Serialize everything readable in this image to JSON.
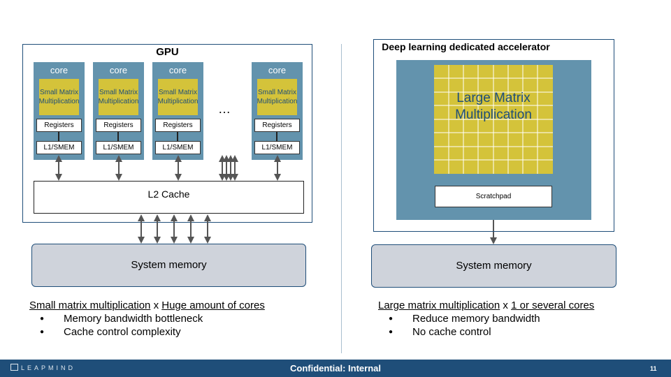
{
  "gpu": {
    "title": "GPU",
    "cores": [
      {
        "label": "core",
        "unit": "Small Matrix Multiplication",
        "registers": "Registers",
        "l1": "L1/SMEM"
      },
      {
        "label": "core",
        "unit": "Small Matrix Multiplication",
        "registers": "Registers",
        "l1": "L1/SMEM"
      },
      {
        "label": "core",
        "unit": "Small Matrix Multiplication",
        "registers": "Registers",
        "l1": "L1/SMEM"
      },
      {
        "label": "core",
        "unit": "Small Matrix Multiplication",
        "registers": "Registers",
        "l1": "L1/SMEM"
      }
    ],
    "ellipsis": "…",
    "l2": "L2 Cache",
    "system_memory": "System memory",
    "headline_a": "Small matrix multiplication",
    "headline_x": "x",
    "headline_b": "Huge amount of cores",
    "bullets": [
      "Memory bandwidth bottleneck",
      "Cache control complexity"
    ]
  },
  "accelerator": {
    "title": "Deep learning dedicated accelerator",
    "unit": "Large Matrix Multiplication",
    "scratchpad": "Scratchpad",
    "system_memory": "System memory",
    "headline_a": "Large matrix multiplication",
    "headline_x": "x",
    "headline_b": "1 or several cores",
    "bullets": [
      "Reduce memory bandwidth",
      "No cache control"
    ]
  },
  "footer": {
    "logo": "LEAPMIND",
    "confidential": "Confidential: Internal",
    "page": "11"
  },
  "colors": {
    "core_bg": "#6393ad",
    "matrix_fill": "#d4c33a",
    "memory_fill": "#cfd3db",
    "footer_bg": "#1f4e79"
  }
}
